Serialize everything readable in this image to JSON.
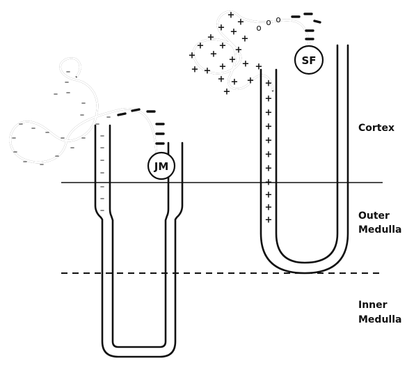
{
  "glomeruli": {
    "juxtamedullary": "JM",
    "superficial": "SF"
  },
  "zones": {
    "cortex": "Cortex",
    "outer_medulla_line1": "Outer",
    "outer_medulla_line2": "Medulla",
    "inner_medulla_line1": "Inner",
    "inner_medulla_line2": "Medulla"
  }
}
